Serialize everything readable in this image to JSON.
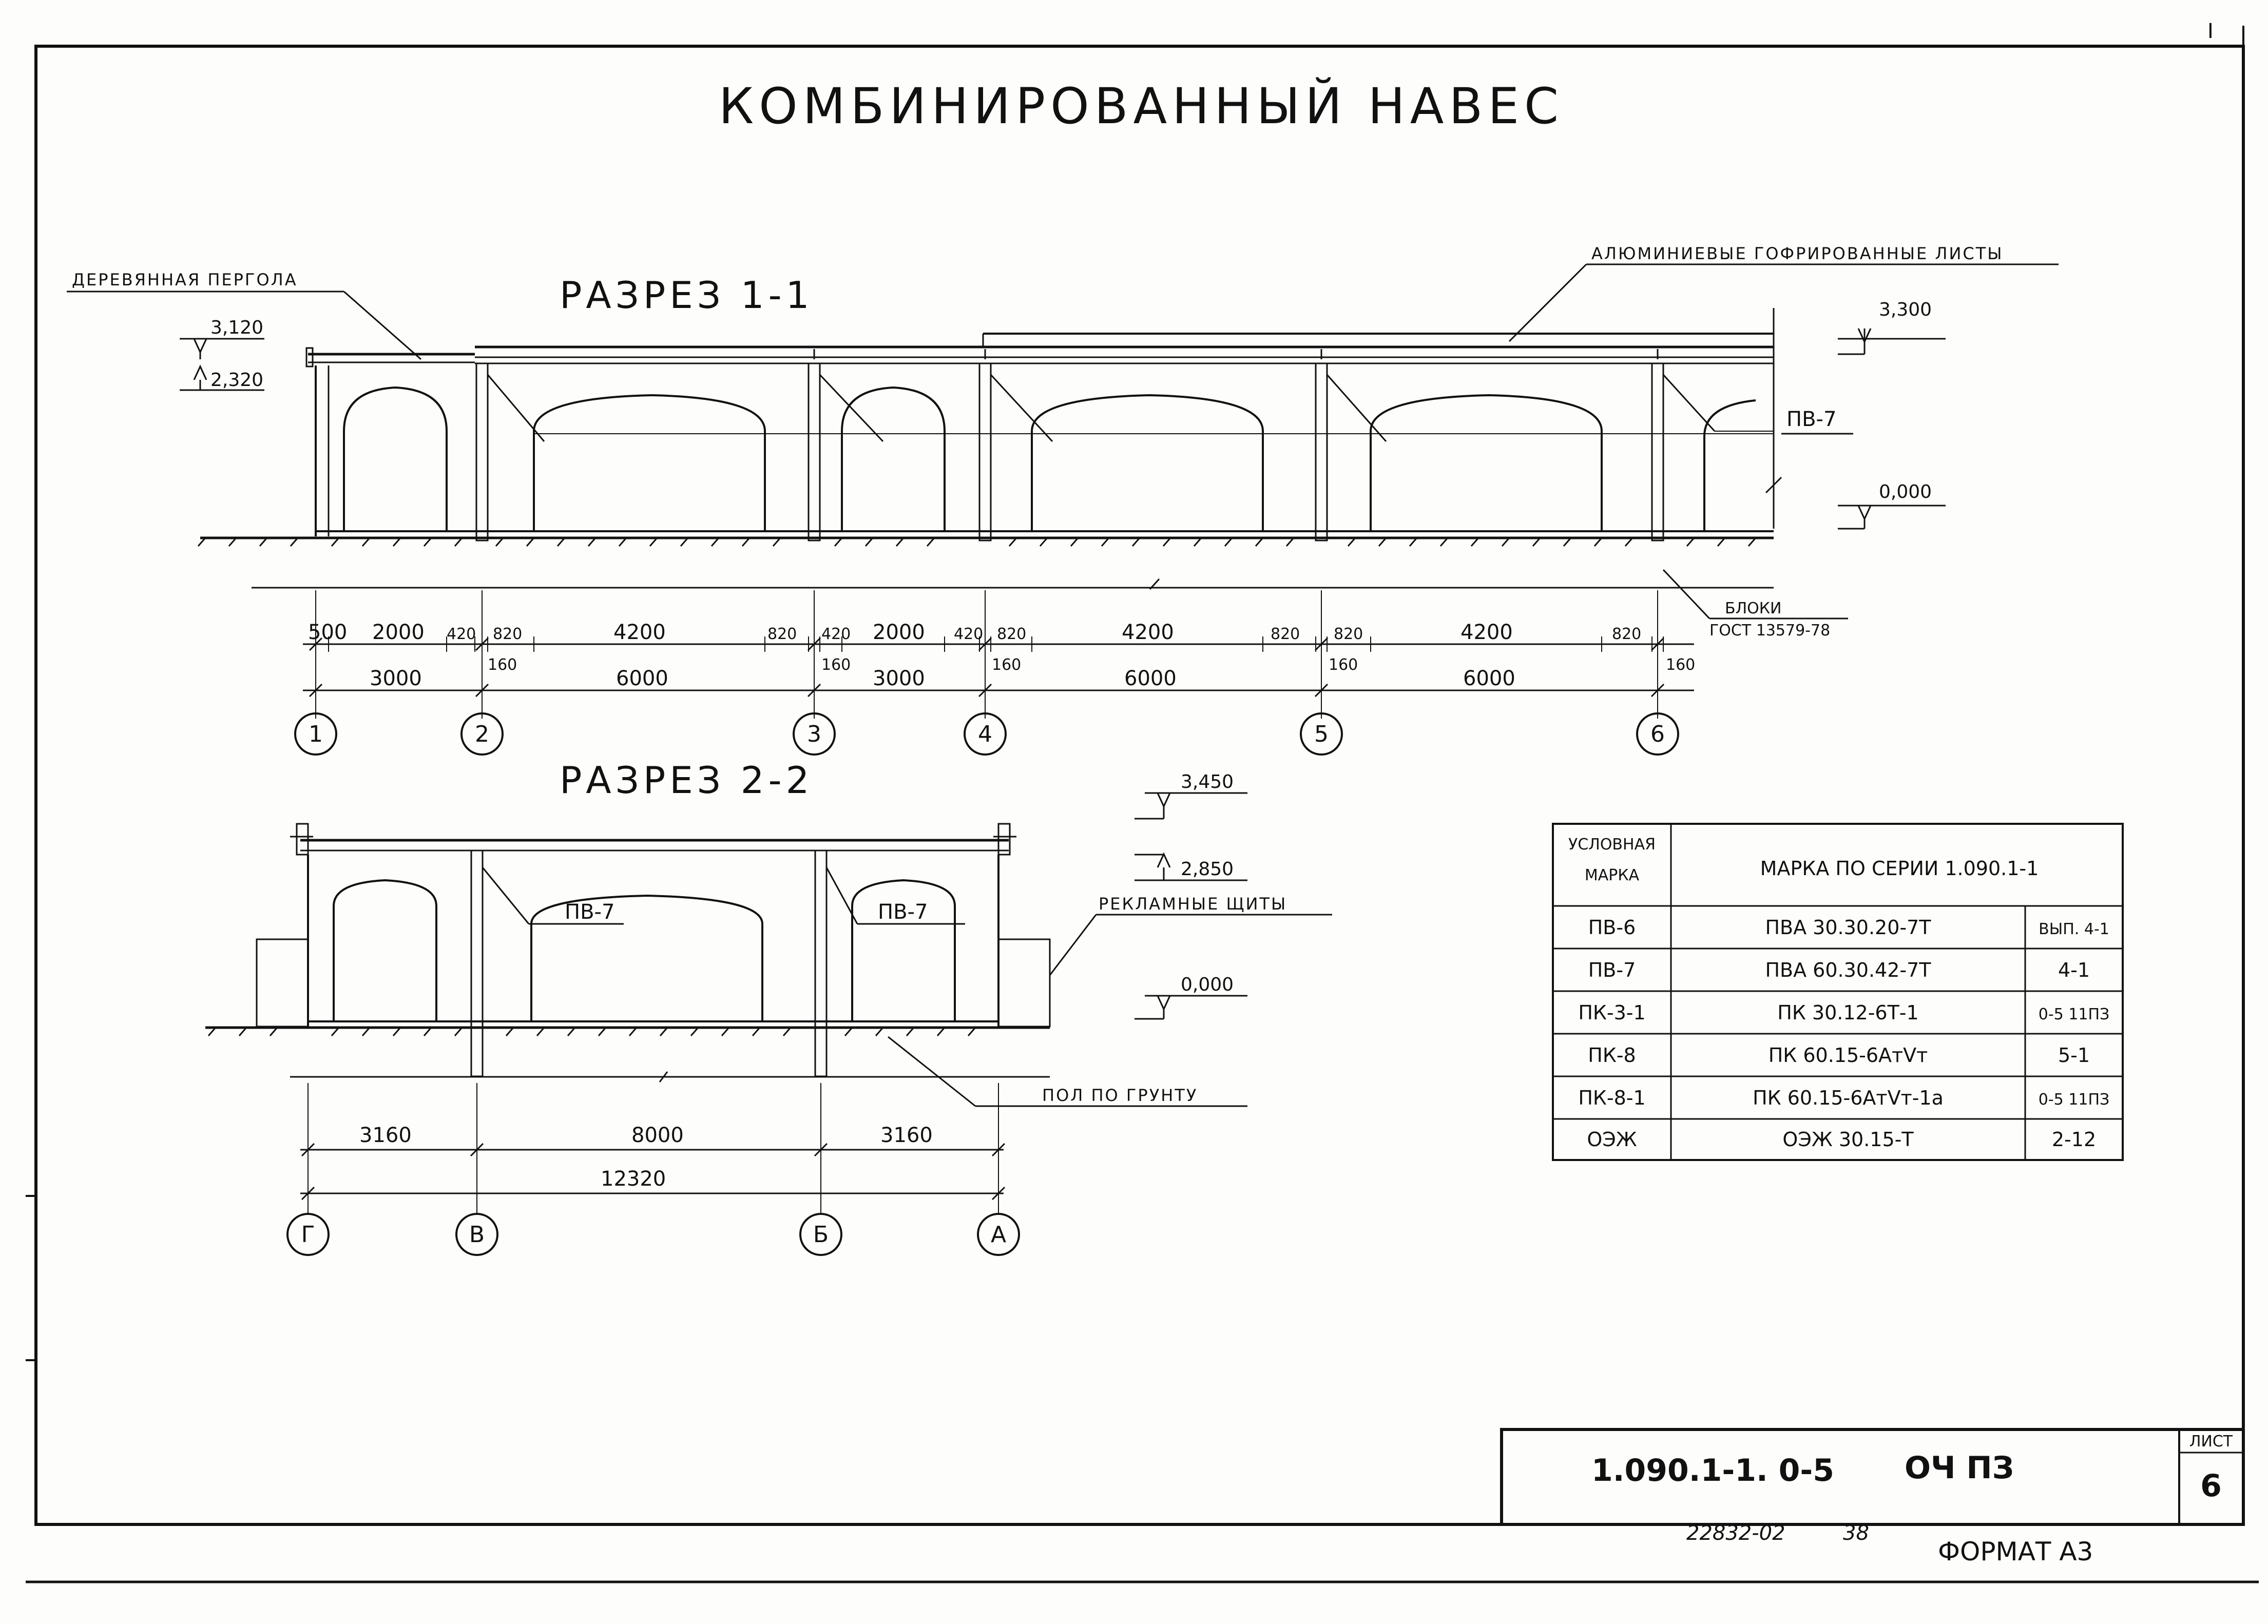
{
  "title": "КОМБИНИРОВАННЫЙ НАВЕС",
  "sheet_mark": "I",
  "section1": {
    "title": "РАЗРЕЗ 1-1",
    "note_pergola": "ДЕРЕВЯННАЯ ПЕРГОЛА",
    "note_sheets": "АЛЮМИНИЕВЫЕ ГОФРИРОВАННЫЕ ЛИСТЫ",
    "note_blocks": "БЛОКИ",
    "note_gost": "ГОСТ 13579-78",
    "label_pb7": "ПВ-7",
    "levels": {
      "l3120": "3,120",
      "l2320": "2,320",
      "l3300": "3,300",
      "l0": "0,000"
    },
    "dims_top": [
      "500",
      "2000",
      "420",
      "820",
      "4200",
      "820",
      "420",
      "2000",
      "420",
      "820",
      "4200",
      "820",
      "820",
      "4200",
      "820"
    ],
    "dims_160": [
      "160",
      "160",
      "160",
      "160",
      "160"
    ],
    "dims_bottom": [
      "3000",
      "6000",
      "3000",
      "6000",
      "6000"
    ],
    "axes": [
      "1",
      "2",
      "3",
      "4",
      "5",
      "6"
    ]
  },
  "section2": {
    "title": "РАЗРЕЗ 2-2",
    "label_pb7_a": "ПВ-7",
    "label_pb7_b": "ПВ-7",
    "note_shields": "РЕКЛАМНЫЕ ЩИТЫ",
    "note_floor": "ПОЛ ПО ГРУНТУ",
    "levels": {
      "l3450": "3,450",
      "l2850": "2,850",
      "l0": "0,000"
    },
    "dims": [
      "3160",
      "8000",
      "3160"
    ],
    "total": "12320",
    "axes": [
      "Г",
      "В",
      "Б",
      "А"
    ]
  },
  "table": {
    "header_mark": [
      "УСЛОВНАЯ",
      "МАРКА"
    ],
    "header_series": "МАРКА ПО СЕРИИ 1.090.1-1",
    "rows": [
      {
        "mark": "ПВ-6",
        "series": "ПВА 30.30.20-7Т",
        "issue": "ВЫП. 4-1"
      },
      {
        "mark": "ПВ-7",
        "series": "ПВА 60.30.42-7Т",
        "issue": "4-1"
      },
      {
        "mark": "ПК-3-1",
        "series": "ПК 30.12-6Т-1",
        "issue": "0-5 11ПЗ"
      },
      {
        "mark": "ПК-8",
        "series": "ПК 60.15-6АтVт",
        "issue": "5-1"
      },
      {
        "mark": "ПК-8-1",
        "series": "ПК 60.15-6АтVт-1а",
        "issue": "0-5 11ПЗ"
      },
      {
        "mark": "ОЭЖ",
        "series": "ОЭЖ 30.15-Т",
        "issue": "2-12"
      }
    ]
  },
  "stamp": {
    "code": "1.090.1-1. 0-5",
    "doc": "ОЧ ПЗ",
    "sheet_label": "ЛИСТ",
    "sheet_no": "6"
  },
  "footer": {
    "inv": "22832-02",
    "num": "38",
    "format": "ФОРМАТ А3"
  }
}
